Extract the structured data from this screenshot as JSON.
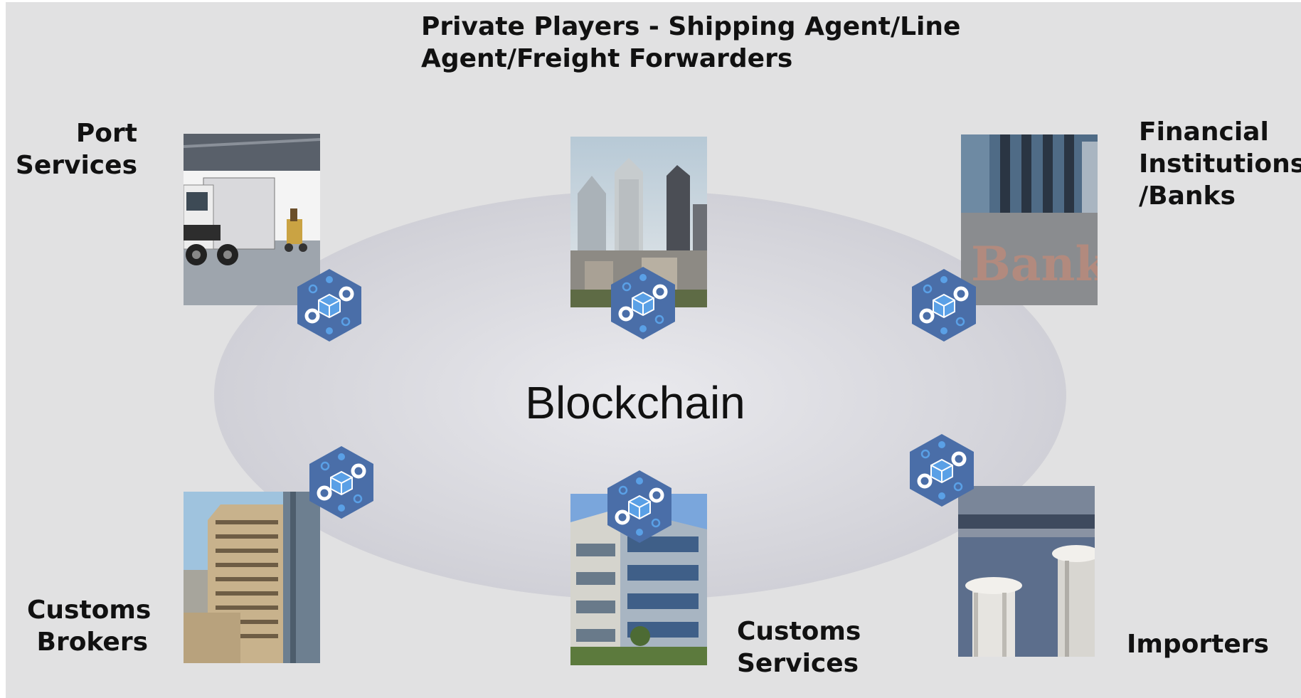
{
  "title": {
    "line1": "Private Players - Shipping Agent/Line",
    "line2": "Agent/Freight Forwarders"
  },
  "center_label": "Blockchain",
  "participants": {
    "port_services": {
      "line1": "Port",
      "line2": "Services",
      "icon": "truck-warehouse-photo"
    },
    "private_players": {
      "icon": "city-skyline-photo"
    },
    "financial_institutions": {
      "line1": "Financial",
      "line2": "Institutions",
      "line3": "/Banks",
      "icon": "bank-building-photo"
    },
    "customs_brokers": {
      "line1": "Customs",
      "line2": "Brokers",
      "icon": "office-tower-photo"
    },
    "customs_services": {
      "line1": "Customs",
      "line2": "Services",
      "icon": "glass-office-photo"
    },
    "importers": {
      "line1": "Importers",
      "icon": "columns-building-photo"
    }
  },
  "colors": {
    "background": "#e1e1e2",
    "node_hex": "#4a6ea8",
    "node_cube": "#5aa0e6",
    "text": "#111111"
  },
  "node_icon": "blockchain-node-icon"
}
